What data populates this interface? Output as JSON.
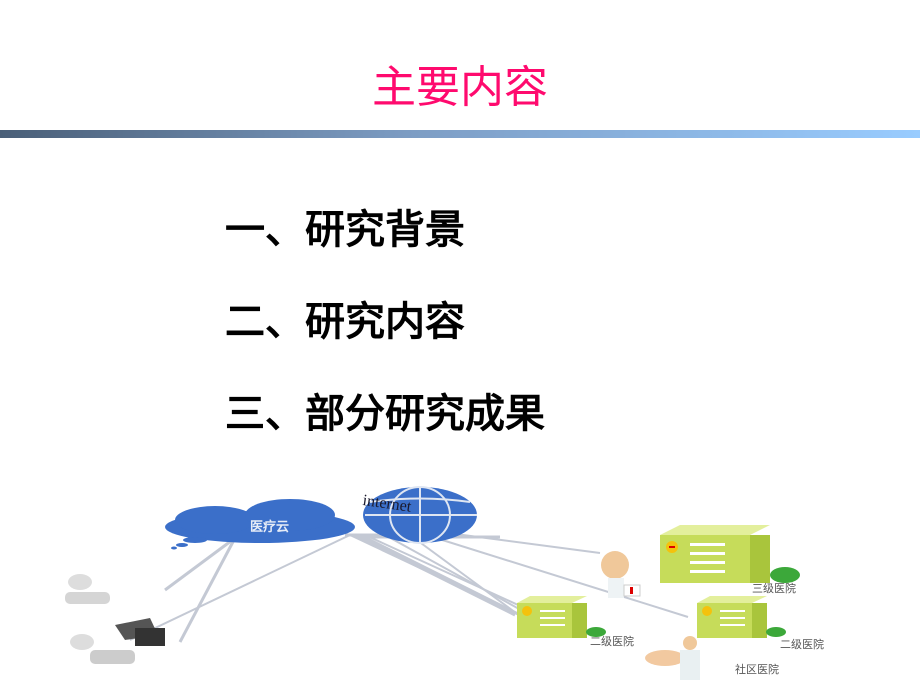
{
  "slide": {
    "title": "主要内容",
    "items": [
      "一、研究背景",
      "二、研究内容",
      "三、部分研究成果"
    ]
  },
  "illustration": {
    "cloud_label": "医疗云",
    "globe_label": "internet",
    "hospitals": [
      "三级医院",
      "二级医院",
      "二级医院",
      "社区医院"
    ]
  },
  "colors": {
    "title": "#ff0a6e",
    "bar_start": "#4a5f78",
    "bar_end": "#99ccff",
    "cloud": "#3b6fc9",
    "building": "#c6dc5a"
  }
}
